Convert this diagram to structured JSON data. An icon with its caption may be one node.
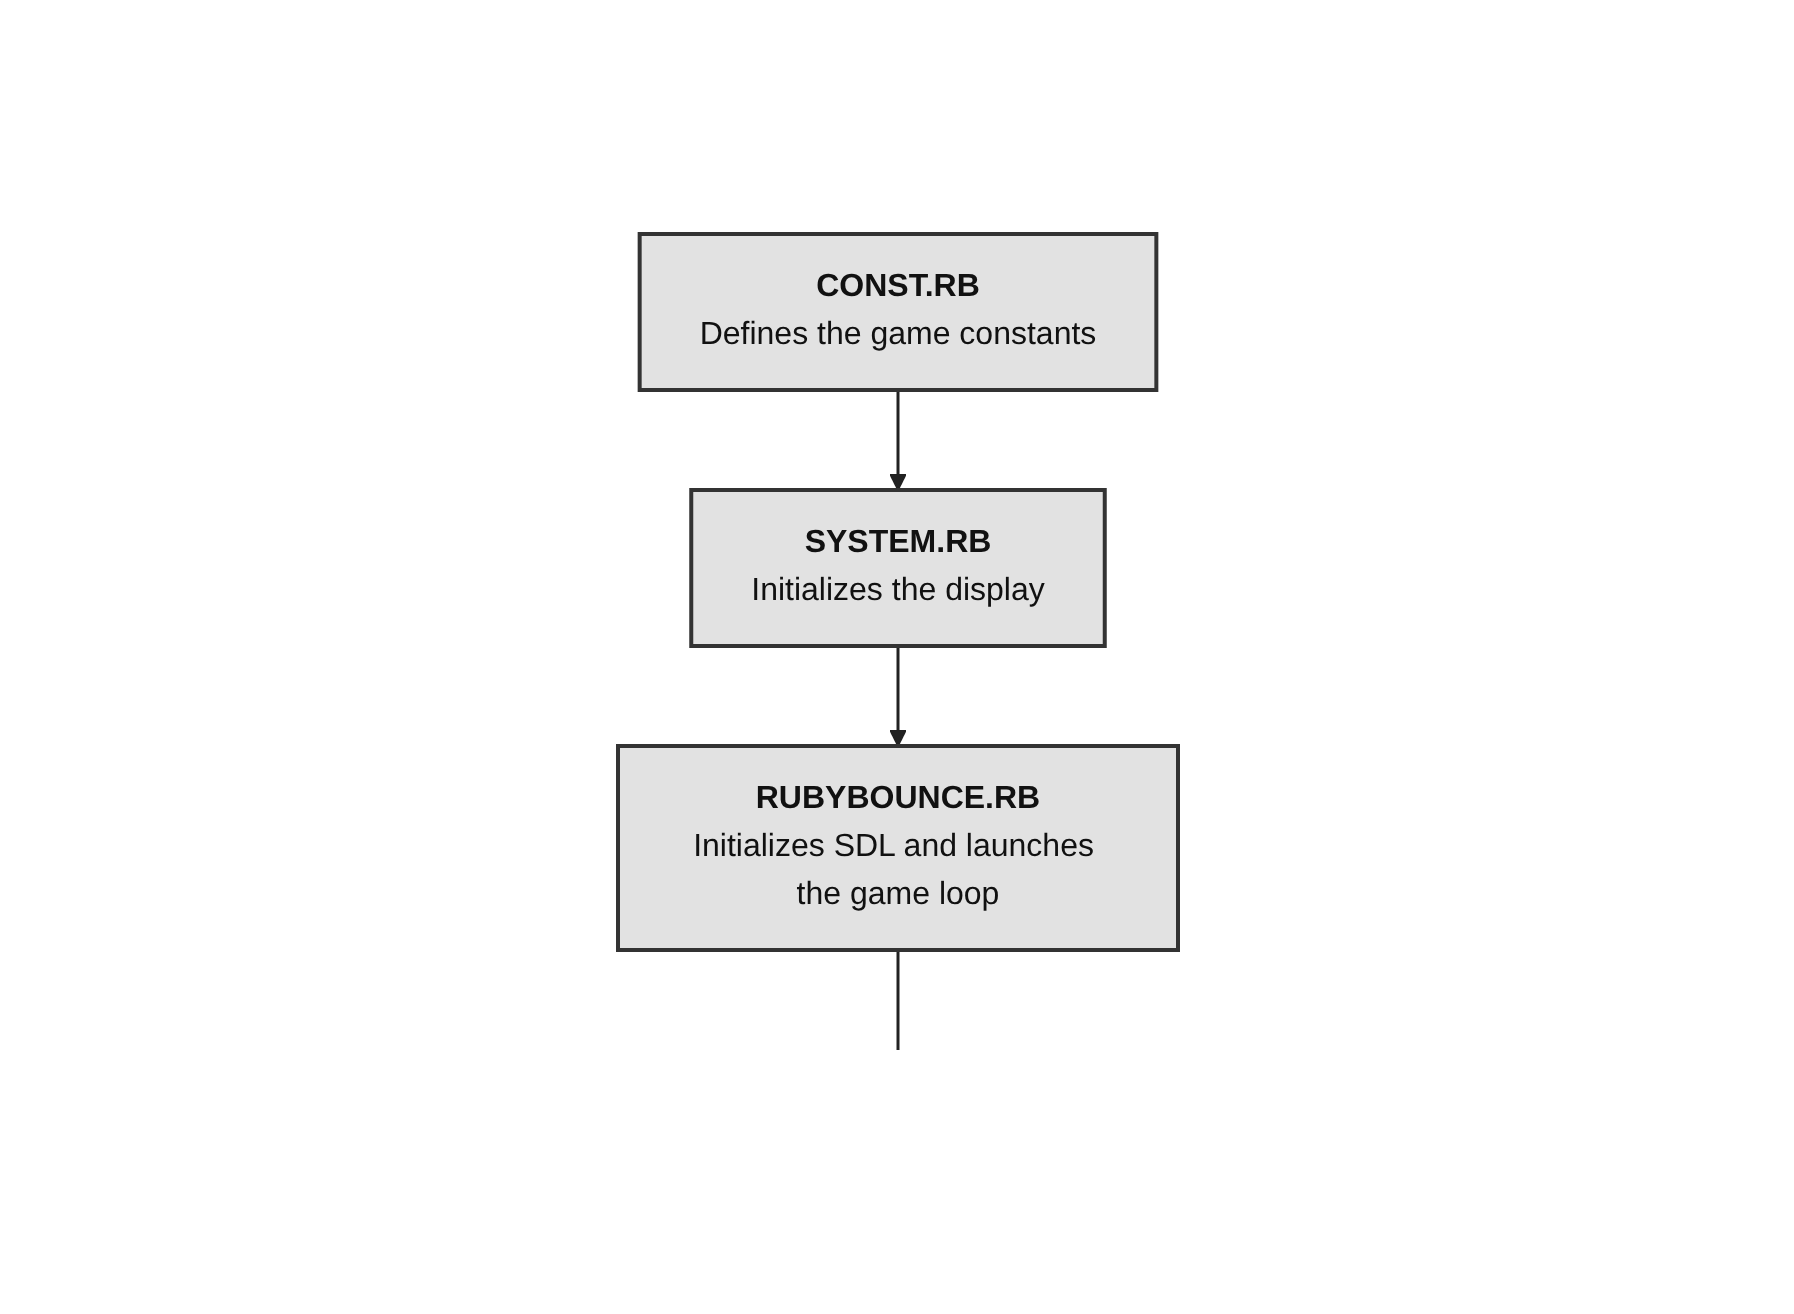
{
  "diagram": {
    "nodes": [
      {
        "text": [
          "CONST.RB",
          "Defines the game constants"
        ]
      },
      {
        "text": [
          "SYSTEM.RB",
          "Initializes the display"
        ]
      },
      {
        "text": [
          "RUBYBOUNCE.RB",
          "Initializes SDL and launches the game loop"
        ]
      }
    ],
    "edges": [
      {
        "from": 0,
        "to": 1,
        "arrow": "to"
      },
      {
        "from": 1,
        "to": 2,
        "arrow": "to"
      },
      {
        "from": 2,
        "to": null,
        "arrow": "none"
      }
    ]
  }
}
